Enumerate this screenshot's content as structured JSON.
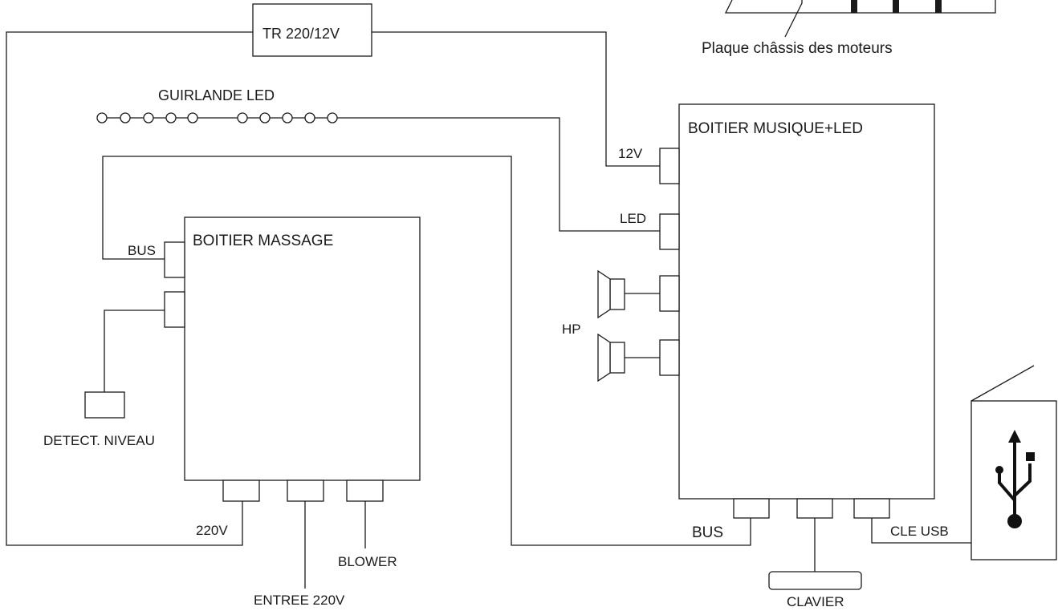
{
  "labels": {
    "chassis_plate": "Plaque châssis des moteurs",
    "transformer": "TR 220/12V",
    "led_garland": "GUIRLANDE LED",
    "music_box": "BOITIER MUSIQUE+LED",
    "massage_box": "BOITIER MASSAGE",
    "port_12v": "12V",
    "port_led": "LED",
    "speakers": "HP",
    "massage_bus": "BUS",
    "level_sensor": "DETECT. NIVEAU",
    "power_220v": "220V",
    "mains_input": "ENTREE 220V",
    "blower": "BLOWER",
    "music_bus": "BUS",
    "usb_key": "CLE USB",
    "keypad": "CLAVIER"
  },
  "icons": {
    "usb": "usb-icon",
    "speaker": "speaker-icon",
    "led": "led-bulb-icon"
  }
}
